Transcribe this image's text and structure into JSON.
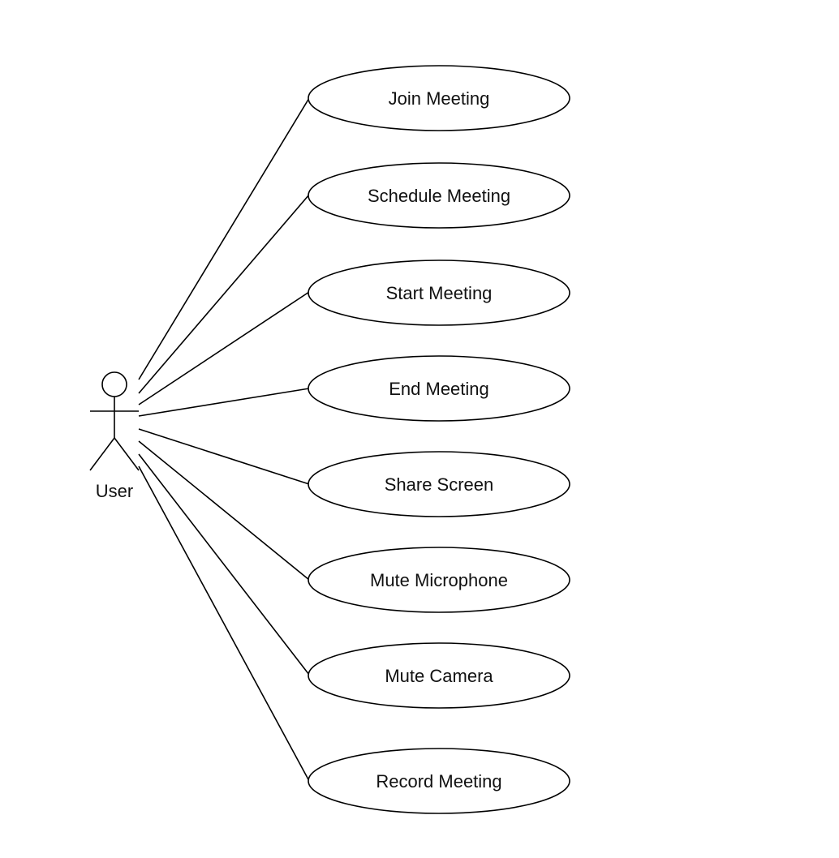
{
  "actor": {
    "label": "User"
  },
  "use_cases": [
    {
      "label": "Join Meeting"
    },
    {
      "label": "Schedule Meeting"
    },
    {
      "label": "Start Meeting"
    },
    {
      "label": "End Meeting"
    },
    {
      "label": "Share Screen"
    },
    {
      "label": "Mute Microphone"
    },
    {
      "label": "Mute Camera"
    },
    {
      "label": "Record Meeting"
    }
  ],
  "colors": {
    "stroke": "#000000",
    "background": "#ffffff",
    "text": "#111111"
  }
}
